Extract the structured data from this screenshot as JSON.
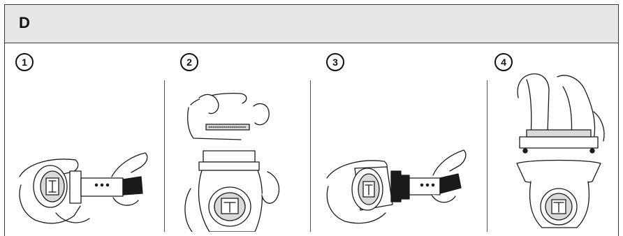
{
  "section": {
    "title": "D"
  },
  "steps": [
    {
      "number": "1",
      "icon": "brush-cleaning-illustration"
    },
    {
      "number": "2",
      "icon": "remove-foil-illustration"
    },
    {
      "number": "3",
      "icon": "brush-head-illustration"
    },
    {
      "number": "4",
      "icon": "reattach-foil-illustration"
    }
  ]
}
